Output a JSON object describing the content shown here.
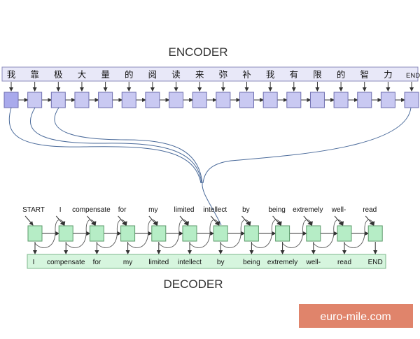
{
  "diagram": {
    "encoder_title": "ENCODER",
    "decoder_title": "DECODER",
    "encoder_tokens": [
      "我",
      "靠",
      "极",
      "大",
      "量",
      "的",
      "阅",
      "读",
      "来",
      "弥",
      "补",
      "我",
      "有",
      "限",
      "的",
      "智",
      "力",
      "END"
    ],
    "decoder_inputs": [
      "START",
      "I",
      "compensate",
      "for",
      "my",
      "limited",
      "intellect",
      "by",
      "being",
      "extremely",
      "well-",
      "read"
    ],
    "decoder_outputs": [
      "I",
      "compensate",
      "for",
      "my",
      "limited",
      "intellect",
      "by",
      "being",
      "extremely",
      "well-",
      "read",
      "END"
    ]
  },
  "colors": {
    "encoder_cell": "#c9c9f2",
    "encoder_cell_first": "#a9aaec",
    "encoder_bar": "#e8e8f8",
    "decoder_cell": "#b6edc6",
    "decoder_bar": "#d6f5de",
    "watermark_bg": "#e0846b"
  },
  "watermark": {
    "text": "euro-mile.com"
  }
}
